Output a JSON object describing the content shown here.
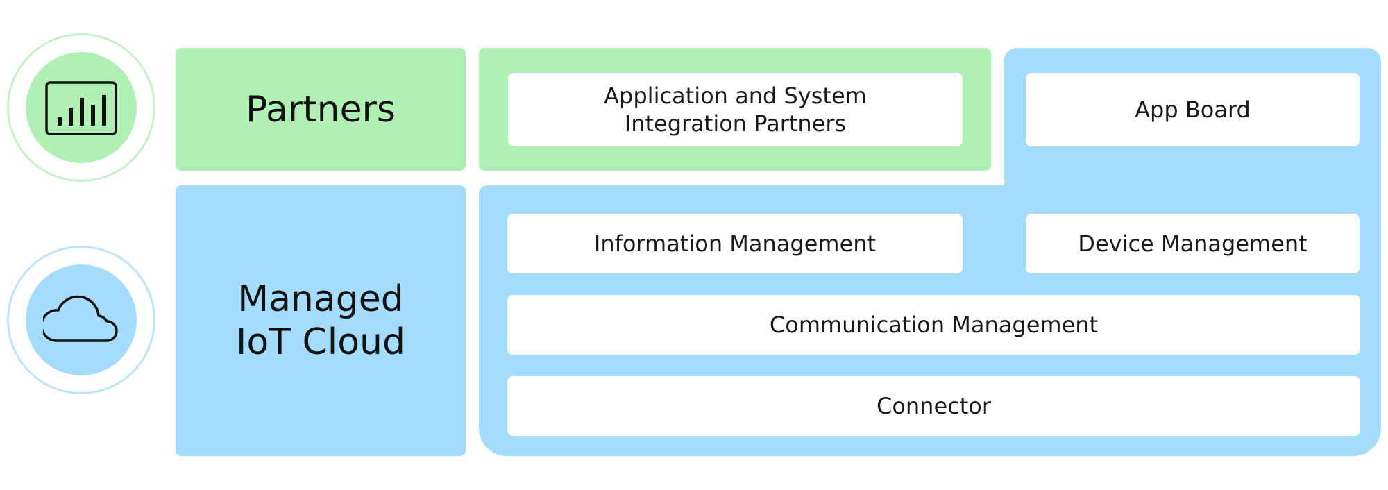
{
  "colors": {
    "green": "#b1f0b5",
    "green_ring": "#c8efcc",
    "blue": "#a5dcfb",
    "blue_ring": "#bde4f7",
    "card": "#ffffff",
    "text": "#111111"
  },
  "rows": [
    {
      "icon": "chart-dashboard-icon",
      "label": "Partners",
      "color": "green",
      "cards": [
        "Application and System\nIntegration Partners",
        "App Board"
      ]
    },
    {
      "icon": "cloud-icon",
      "label": "Managed\nIoT Cloud",
      "color": "blue",
      "cards": [
        "Information Management",
        "Device Management",
        "Communication Management",
        "Connector"
      ]
    }
  ]
}
